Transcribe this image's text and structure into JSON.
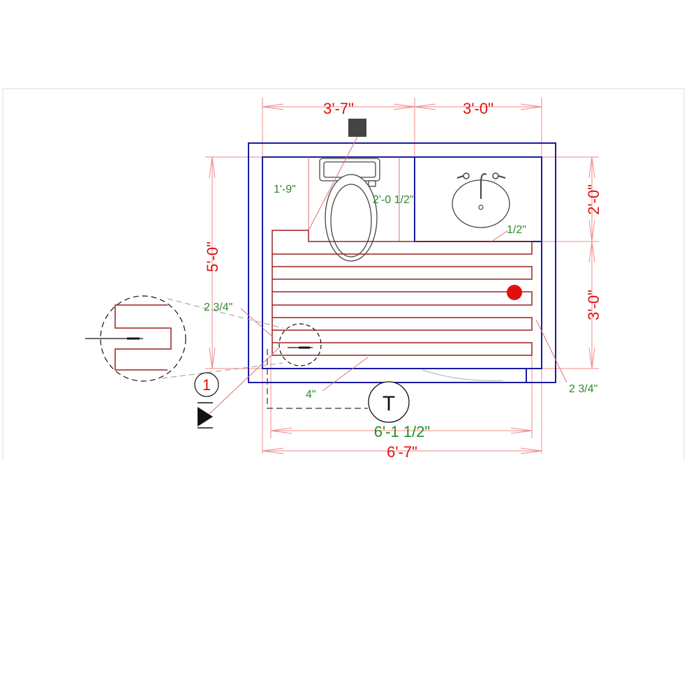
{
  "dimensions": {
    "top_left": "3'-7\"",
    "top_right": "3'-0\"",
    "left_height": "5'-0\"",
    "right_upper": "2'-0\"",
    "right_lower": "3'-0\"",
    "bottom_inner": "6'-1 1/2\"",
    "bottom_outer": "6'-7\""
  },
  "notes": {
    "toilet_offset": "1'-9\"",
    "toilet_width": "2'-0 1/2\"",
    "sink_gap": "1/2\"",
    "spacing_left": "2 3/4\"",
    "spacing_right": "2 3/4\"",
    "bottom_gap": "4\""
  },
  "markers": {
    "section_number": "1",
    "thermostat_label": "T"
  },
  "colors": {
    "wall": "#1a1aa6",
    "dimension": "#e01010",
    "note": "#2a8a2a",
    "heating_cable": "#9b2020",
    "sensor_dot": "#e01010"
  }
}
